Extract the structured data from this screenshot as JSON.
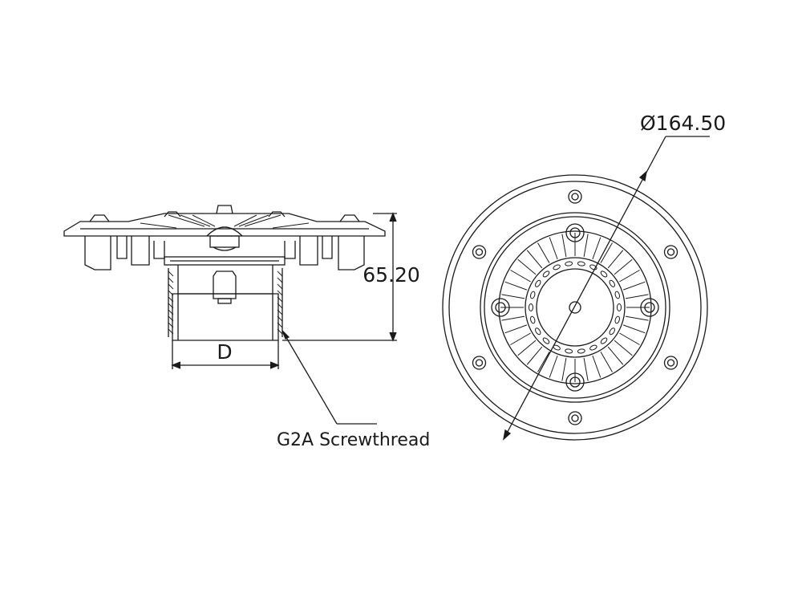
{
  "side_view": {
    "height_dimension": "65.20",
    "diameter_label": "D"
  },
  "plan_view": {
    "diameter_dimension": "Ø164.50"
  },
  "callout": {
    "thread_label": "G2A Screwthread"
  },
  "colors": {
    "line": "#1a1a1a",
    "background": "#ffffff"
  }
}
